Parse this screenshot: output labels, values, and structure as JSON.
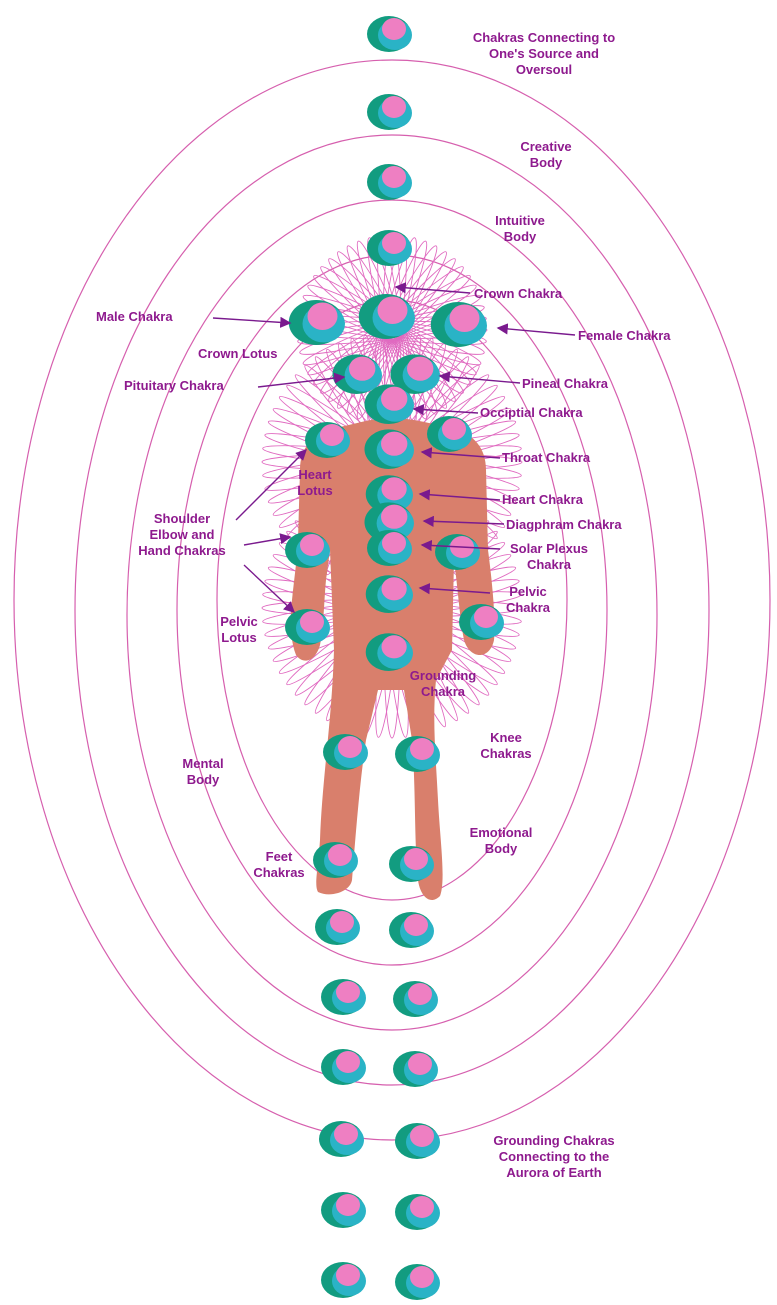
{
  "colors": {
    "aura_ring": "#d65fae",
    "label": "#8e1a8e",
    "body": "#d97f6c",
    "chakra_outer": "#129c80",
    "chakra_mid": "#2ab3c6",
    "chakra_core": "#ee7fc2",
    "lotus": "#e06ac0",
    "arrow": "#7a1a8e"
  },
  "icons": {
    "chakra": "chakra-orb-icon",
    "lotus": "lotus-petal-icon"
  },
  "labels": {
    "source": [
      "Chakras Connecting to",
      "One's Source and",
      "Oversoul"
    ],
    "creative_body": [
      "Creative",
      "Body"
    ],
    "intuitive_body": [
      "Intuitive",
      "Body"
    ],
    "crown_chakra": "Crown Chakra",
    "male_chakra": "Male Chakra",
    "female_chakra": "Female Chakra",
    "crown_lotus": "Crown Lotus",
    "pituitary_chakra": "Pituitary Chakra",
    "pineal_chakra": "Pineal Chakra",
    "occipital_chakra": "Occiptial Chakra",
    "throat_chakra": "Throat Chakra",
    "heart_lotus": [
      "Heart",
      "Lotus"
    ],
    "heart_chakra": "Heart Chakra",
    "diaphragm_chakra": "Diagphram Chakra",
    "shoulder_elbow_hand": [
      "Shoulder",
      "Elbow and",
      "Hand Chakras"
    ],
    "solar_plexus": [
      "Solar Plexus",
      "Chakra"
    ],
    "pelvic_chakra": [
      "Pelvic",
      "Chakra"
    ],
    "pelvic_lotus": [
      "Pelvic",
      "Lotus"
    ],
    "grounding_chakra": [
      "Grounding",
      "Chakra"
    ],
    "knee_chakras": [
      "Knee",
      "Chakras"
    ],
    "mental_body": [
      "Mental",
      "Body"
    ],
    "emotional_body": [
      "Emotional",
      "Body"
    ],
    "feet_chakras": [
      "Feet",
      "Chakras"
    ],
    "grounding_chakras_earth": [
      "Grounding Chakras",
      "Connecting to the",
      "Aurora of Earth"
    ]
  }
}
